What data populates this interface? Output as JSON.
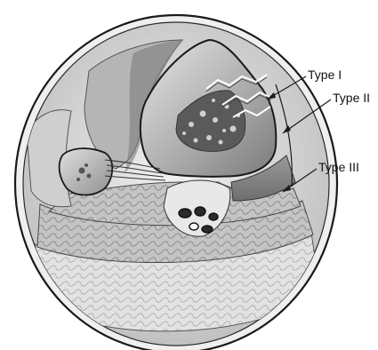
{
  "labels": {
    "type_1": "Type I",
    "type_2": "Type II",
    "type_3": "Type III"
  },
  "colors": {
    "outline": "#1a1a1a",
    "skin_ring": "#d9d9d9",
    "fascia": "#bdbdbd",
    "muscle_dark": "#8a8a8a",
    "muscle_light": "#cfcfcf",
    "bone": "#b7b7b7",
    "marrow": "#4d4d4d",
    "background": "#ffffff"
  }
}
